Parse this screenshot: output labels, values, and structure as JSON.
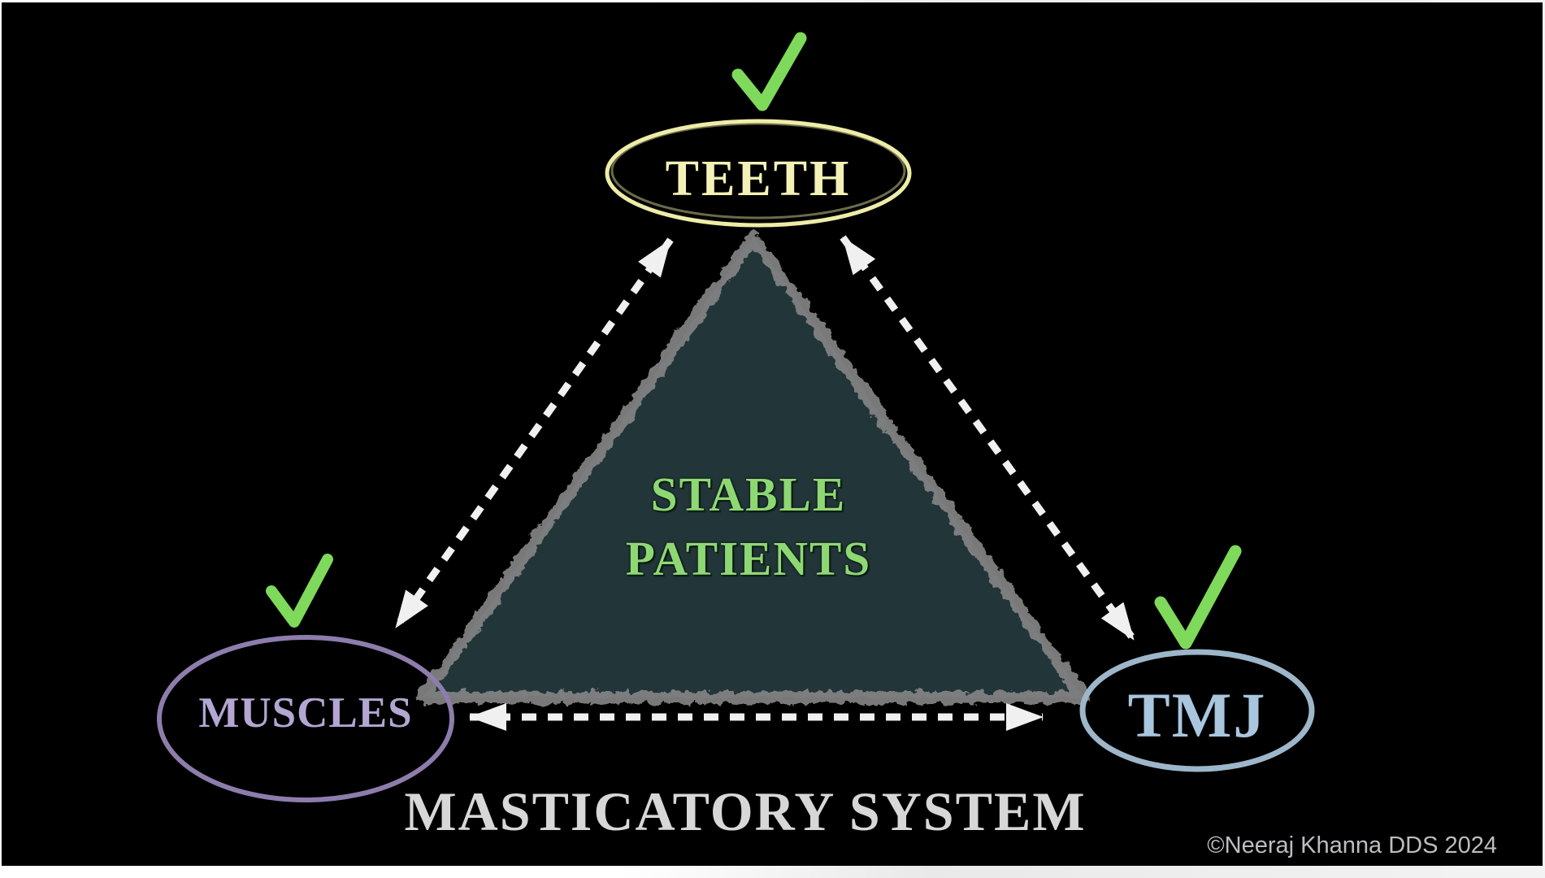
{
  "diagram": {
    "title": "MASTICATORY SYSTEM",
    "title_color": "#d7d7d7",
    "copyright": "©Neeraj Khanna DDS 2024",
    "copyright_color": "#bcbdbf",
    "center_label": {
      "line1": "STABLE",
      "line2": "PATIENTS",
      "color": "#8ed874"
    },
    "nodes": {
      "teeth": {
        "label": "TEETH",
        "text_color": "#f3f1b6",
        "ring_color": "#ededa8",
        "checked": true
      },
      "muscles": {
        "label": "MUSCLES",
        "text_color": "#b3a6d3",
        "ring_color": "#8d7dac",
        "checked": true
      },
      "tmj": {
        "label": "TMJ",
        "text_color": "#a9c6de",
        "ring_color": "#9db6c9",
        "checked": true
      }
    },
    "checkmark": {
      "color": "#7fd95b"
    },
    "triangle": {
      "fill": "#203439",
      "border": "#848484"
    },
    "arrows": {
      "color": "#f0f0f0",
      "style": "dashed",
      "bidirectional": true
    }
  }
}
